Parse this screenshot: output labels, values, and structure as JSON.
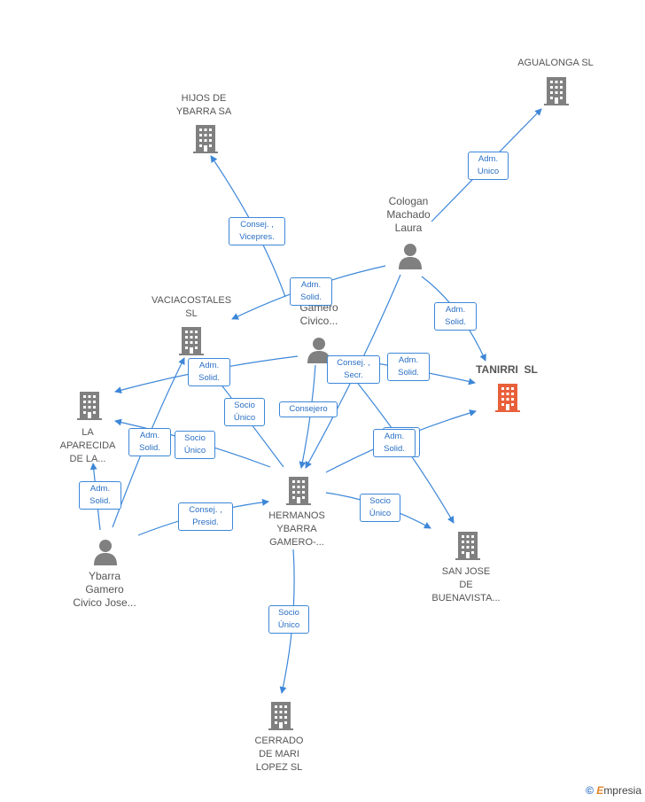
{
  "colors": {
    "edge": "#3d87d8",
    "node": "#808080",
    "focus": "#e8603a"
  },
  "nodes": [
    {
      "id": "agualonga",
      "label": "AGUALONGA SL",
      "type": "company"
    },
    {
      "id": "hijos",
      "label": "HIJOS DE\nYBARRA SA",
      "type": "company"
    },
    {
      "id": "cologan",
      "label": "Cologan\nMachado\nLaura",
      "type": "person"
    },
    {
      "id": "gamero",
      "label": "...a\nGamero\nCivico...",
      "type": "person"
    },
    {
      "id": "vaciacostales",
      "label": "VACIACOSTALES\nSL",
      "type": "company"
    },
    {
      "id": "tanirri",
      "label": "TANIRRI  SL",
      "type": "focus"
    },
    {
      "id": "aparecida",
      "label": "LA\nAPARECIDA\nDE LA...",
      "type": "company"
    },
    {
      "id": "hermanos",
      "label": "HERMANOS\nYBARRA\nGAMERO-...",
      "type": "company"
    },
    {
      "id": "sanjose",
      "label": "SAN JOSE\nDE\nBUENAVISTA...",
      "type": "company"
    },
    {
      "id": "ybarra",
      "label": "Ybarra\nGamero\nCivico Jose...",
      "type": "person"
    },
    {
      "id": "cerrado",
      "label": "CERRADO\nDE MARI\nLOPEZ SL",
      "type": "company"
    }
  ],
  "edge_labels": [
    {
      "id": "e1",
      "text": "Adm.\nUnico"
    },
    {
      "id": "e2",
      "text": "Consej. ,\nVicepres."
    },
    {
      "id": "e3",
      "text": "Adm.\nSolid."
    },
    {
      "id": "e4",
      "text": "Adm.\nSolid."
    },
    {
      "id": "e5",
      "text": "Adm.\nSolid."
    },
    {
      "id": "e6",
      "text": "Consej. ,\nSecr."
    },
    {
      "id": "e7",
      "text": "Adm.\nSolid."
    },
    {
      "id": "e8",
      "text": "Socio\nÚnico"
    },
    {
      "id": "e9",
      "text": "Consejero"
    },
    {
      "id": "e10",
      "text": "Adm.\nSolid."
    },
    {
      "id": "e11",
      "text": "Socio\nÚnico"
    },
    {
      "id": "e12",
      "text": "Adm.\nSolid."
    },
    {
      "id": "e13",
      "text": "Adm.\nSolid."
    },
    {
      "id": "e14",
      "text": "Consej. ,\nPresid."
    },
    {
      "id": "e15",
      "text": "Socio\nÚnico"
    },
    {
      "id": "e16",
      "text": "Socio\nÚnico"
    }
  ],
  "footer": {
    "copyright": "©",
    "brand_e": "E",
    "brand_rest": "mpresia"
  }
}
